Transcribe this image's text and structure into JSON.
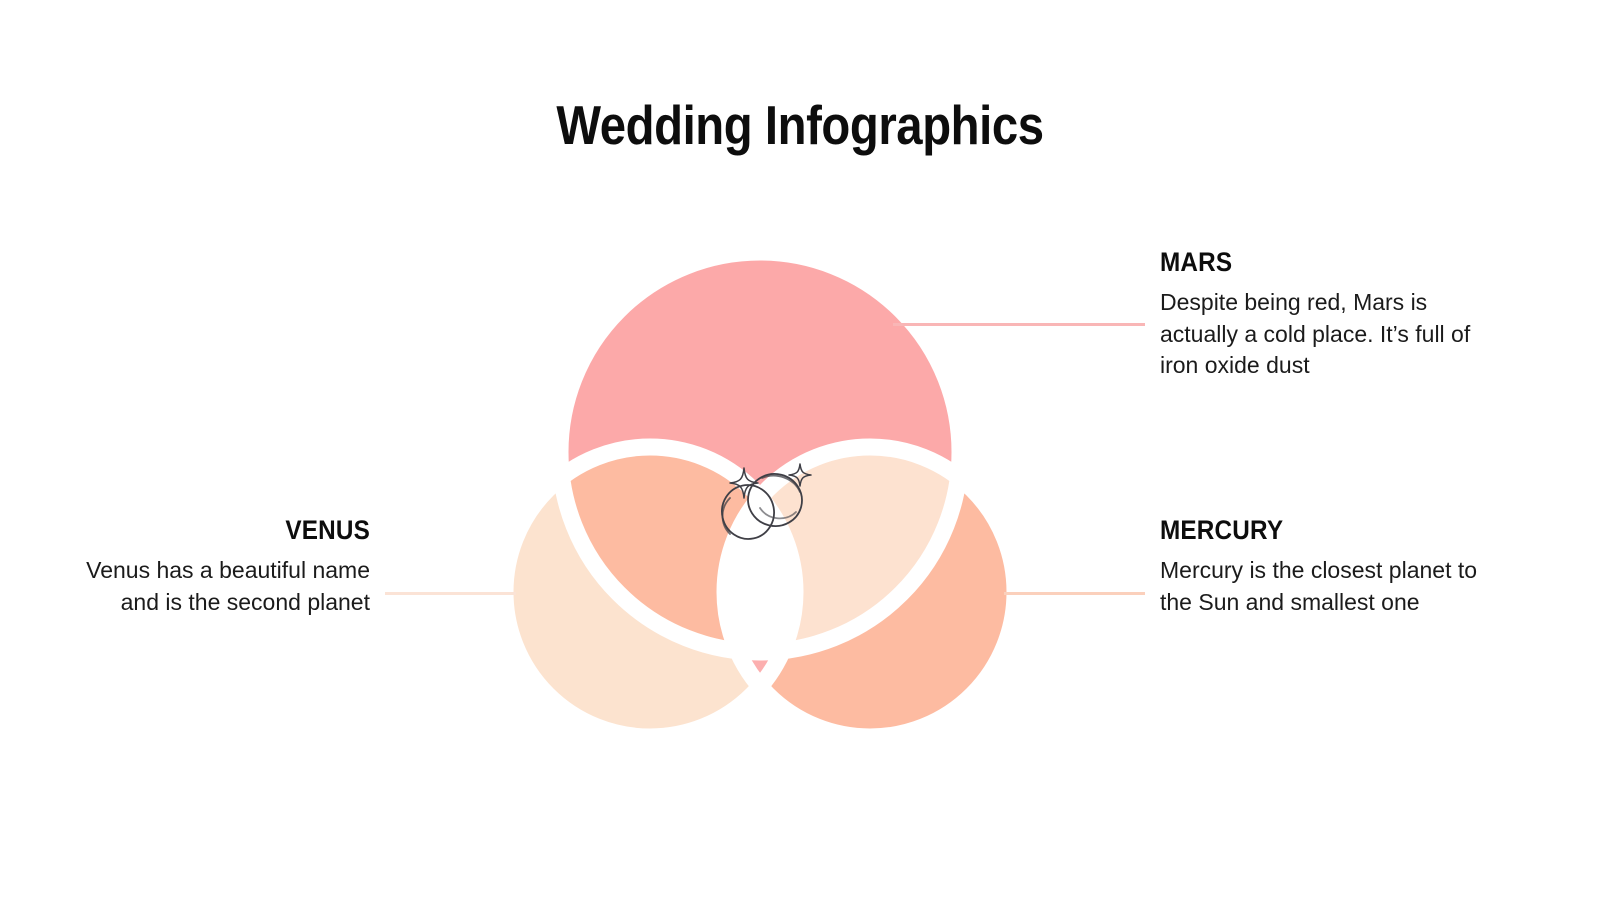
{
  "page": {
    "title": "Wedding Infographics",
    "background_color": "#ffffff"
  },
  "diagram": {
    "type": "venn-3-circle",
    "center_icon": "wedding-rings-icon",
    "colors": {
      "mars_circle": "#FCA9A9",
      "venus_circle": "#FCE3CF",
      "mercury_circle": "#FDBBA1",
      "mars_venus_overlap": "#FDBBA1",
      "mars_mercury_overlap": "#FDE2D0",
      "venus_mercury_overlap": "#FCAFAF",
      "gap_stroke": "#ffffff"
    }
  },
  "callouts": [
    {
      "id": "mars",
      "title": "MARS",
      "body": "Despite being red, Mars is actually a cold place. It’s full of iron oxide dust",
      "connector_color": "#F9B6B6",
      "side": "right"
    },
    {
      "id": "mercury",
      "title": "MERCURY",
      "body": "Mercury is the closest planet to the Sun and smallest one",
      "connector_color": "#FBD0BC",
      "side": "right"
    },
    {
      "id": "venus",
      "title": "VENUS",
      "body": "Venus has a beautiful name and is the second planet",
      "connector_color": "#FBE3D6",
      "side": "left"
    }
  ]
}
